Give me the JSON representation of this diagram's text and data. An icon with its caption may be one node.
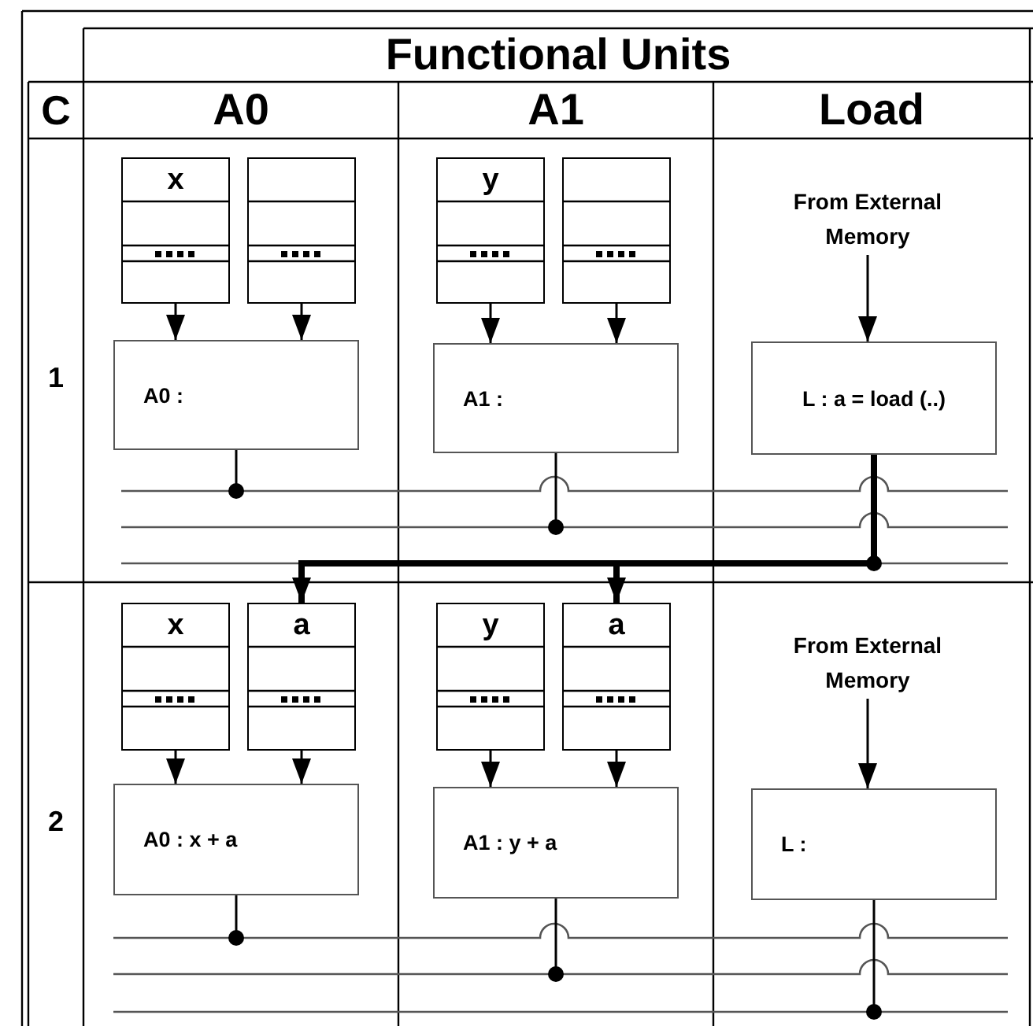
{
  "diagram": {
    "nodes": [
      {
        "text": [
          "x"
        ]
      },
      {
        "text": [],
        "shape": "box"
      },
      {
        "text": [
          "y"
        ]
      },
      {
        "text": [],
        "shape": "box"
      },
      {
        "text": [
          "From External Memory"
        ]
      },
      {
        "text": [
          "A0 :"
        ]
      },
      {
        "text": [
          "A1 :"
        ]
      },
      {
        "text": [
          "L : a = load (..)"
        ]
      },
      {
        "text": [
          "x"
        ]
      },
      {
        "text": [
          "a"
        ]
      },
      {
        "text": [
          "y"
        ]
      },
      {
        "text": [
          "a"
        ]
      },
      {
        "text": [
          "From External Memory"
        ]
      },
      {
        "text": [
          "A0 : x + a"
        ]
      },
      {
        "text": [
          "A1 : y + a"
        ]
      },
      {
        "text": [
          "L :"
        ]
      }
    ],
    "edges": [
      {
        "from": 0,
        "to": 5,
        "arrow": "to"
      },
      {
        "from": 1,
        "to": 5,
        "arrow": "to"
      },
      {
        "from": 2,
        "to": 6,
        "arrow": "to"
      },
      {
        "from": 3,
        "to": 6,
        "arrow": "to"
      },
      {
        "from": 4,
        "to": 7,
        "arrow": "to"
      },
      {
        "from": 5,
        "to": null,
        "arrow": "other"
      },
      {
        "from": 6,
        "to": null,
        "arrow": "other"
      },
      {
        "from": 7,
        "to": 9,
        "arrow": "to",
        "style": "thick"
      },
      {
        "from": 7,
        "to": 11,
        "arrow": "to",
        "style": "thick"
      },
      {
        "from": 8,
        "to": 13,
        "arrow": "to"
      },
      {
        "from": 9,
        "to": 13,
        "arrow": "to"
      },
      {
        "from": 10,
        "to": 14,
        "arrow": "to"
      },
      {
        "from": 11,
        "to": 14,
        "arrow": "to"
      },
      {
        "from": 12,
        "to": 15,
        "arrow": "to"
      },
      {
        "from": 13,
        "to": null,
        "arrow": "other"
      },
      {
        "from": 14,
        "to": null,
        "arrow": "other"
      },
      {
        "from": 15,
        "to": null,
        "arrow": "other"
      }
    ],
    "labels": [
      "Functional Units",
      "C",
      "A0",
      "A1",
      "Load",
      "1",
      "2"
    ]
  }
}
